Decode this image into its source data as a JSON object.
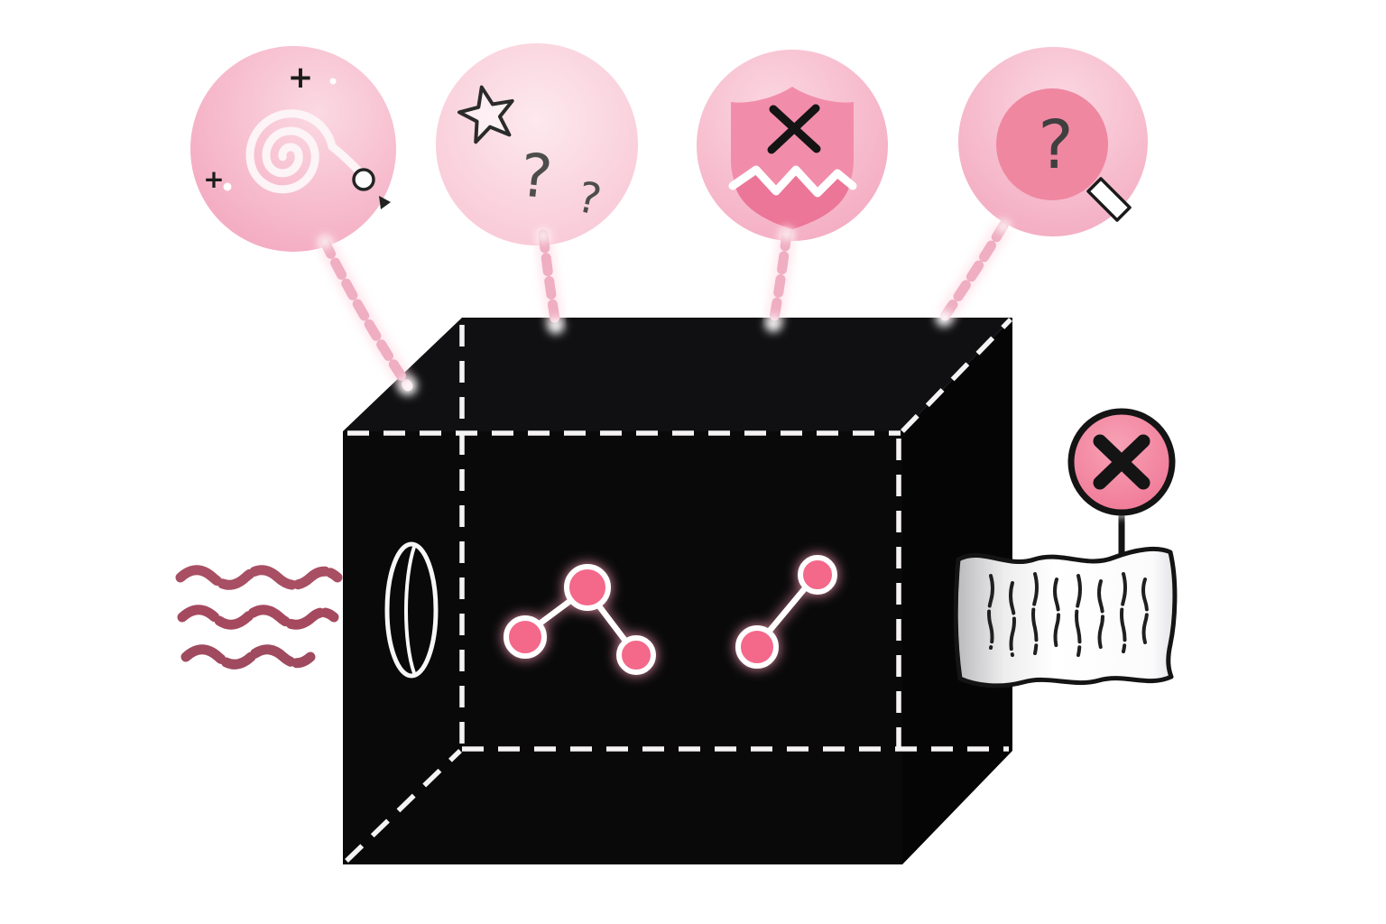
{
  "colors": {
    "bubble_pink": "#f3a8bf",
    "bubble_pink_light": "#fbd9e3",
    "shield_pink": "#f18daa",
    "shield_pink_dark": "#ec7697",
    "lens_pink": "#ef87a1",
    "chain_pink": "#efaec2",
    "node_pink": "#f4688a",
    "badge_pink": "#f287a0",
    "squiggle_mauve": "#a84f63",
    "box_black": "#0a0a0b",
    "dash_white": "#f5f3f4",
    "ink_black": "#141414",
    "paper_white": "#ffffff"
  },
  "bubbles": {
    "galaxy": {
      "icon": "spiral-galaxy-icon",
      "plus_top": "+",
      "plus_left": "+"
    },
    "mystery": {
      "icon": "star-icon",
      "question_large": "?",
      "question_small": "?"
    },
    "shield": {
      "icon": "broken-shield-x-icon"
    },
    "magnifier": {
      "icon": "magnifier-icon",
      "question": "?"
    }
  },
  "box": {
    "icon": "black-box"
  },
  "input": {
    "icon": "input-wave-squiggles"
  },
  "inside": {
    "icon": "molecule-graph-nodes"
  },
  "output": {
    "icon": "error-x-badge-with-receipt"
  }
}
